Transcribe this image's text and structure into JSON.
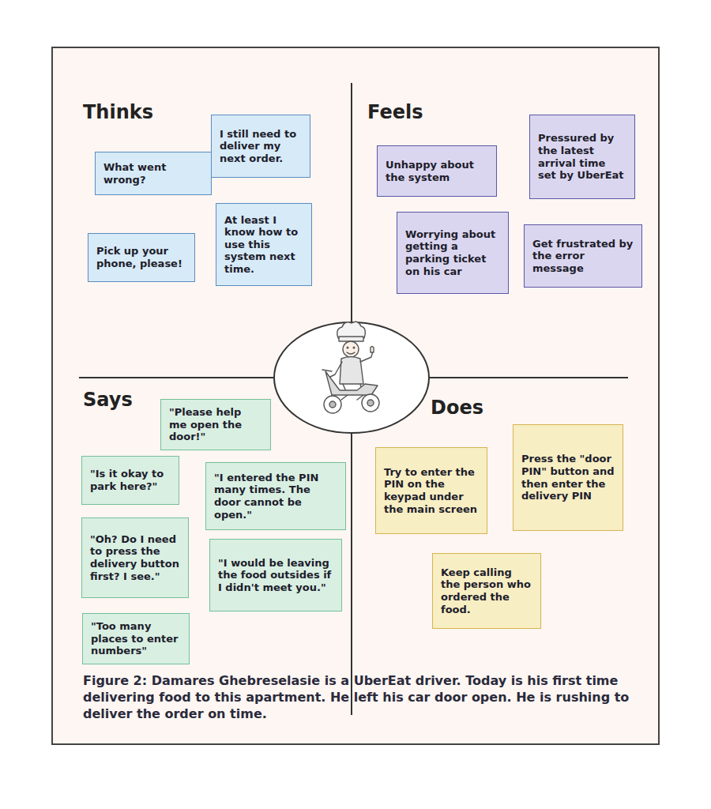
{
  "diagram": {
    "caption": "Figure 2: Damares Ghebreselasie is a UberEat driver. Today is his first time delivering food to this apartment. He left his car door open. He is rushing to deliver the order on time.",
    "nodes": [
      {
        "text": [
          "What went wrong?"
        ]
      },
      {
        "text": [
          "I still need to deliver my next order."
        ]
      },
      {
        "text": [
          "Pick up your phone, please!"
        ]
      },
      {
        "text": [
          "At least I know how to use this system next time."
        ]
      },
      {
        "text": [
          "Unhappy about the system"
        ]
      },
      {
        "text": [
          "Pressured by the latest arrival time set by UberEat"
        ]
      },
      {
        "text": [
          "Worrying about getting a parking ticket on his car"
        ]
      },
      {
        "text": [
          "Get frustrated by the error message"
        ]
      },
      {
        "text": [
          "\"Please help me open the door!\""
        ]
      },
      {
        "text": [
          "\"Is it okay to park here?\""
        ]
      },
      {
        "text": [
          "\"I entered the PIN many times. The door cannot be open.\""
        ]
      },
      {
        "text": [
          "\"Oh? Do I need to press the delivery button first? I see.\""
        ]
      },
      {
        "text": [
          "\"I would be leaving the food outsides if I didn't meet you.\""
        ]
      },
      {
        "text": [
          "\"Too many places to enter numbers\""
        ]
      },
      {
        "text": [
          "Try to enter the PIN on the keypad under the main screen"
        ]
      },
      {
        "text": [
          "Press the \"door PIN\" button and then enter the delivery PIN"
        ]
      },
      {
        "text": [
          "Keep calling the person who ordered the food."
        ]
      }
    ],
    "labels": [
      "Thinks",
      "Feels",
      "Says",
      "Does"
    ]
  }
}
